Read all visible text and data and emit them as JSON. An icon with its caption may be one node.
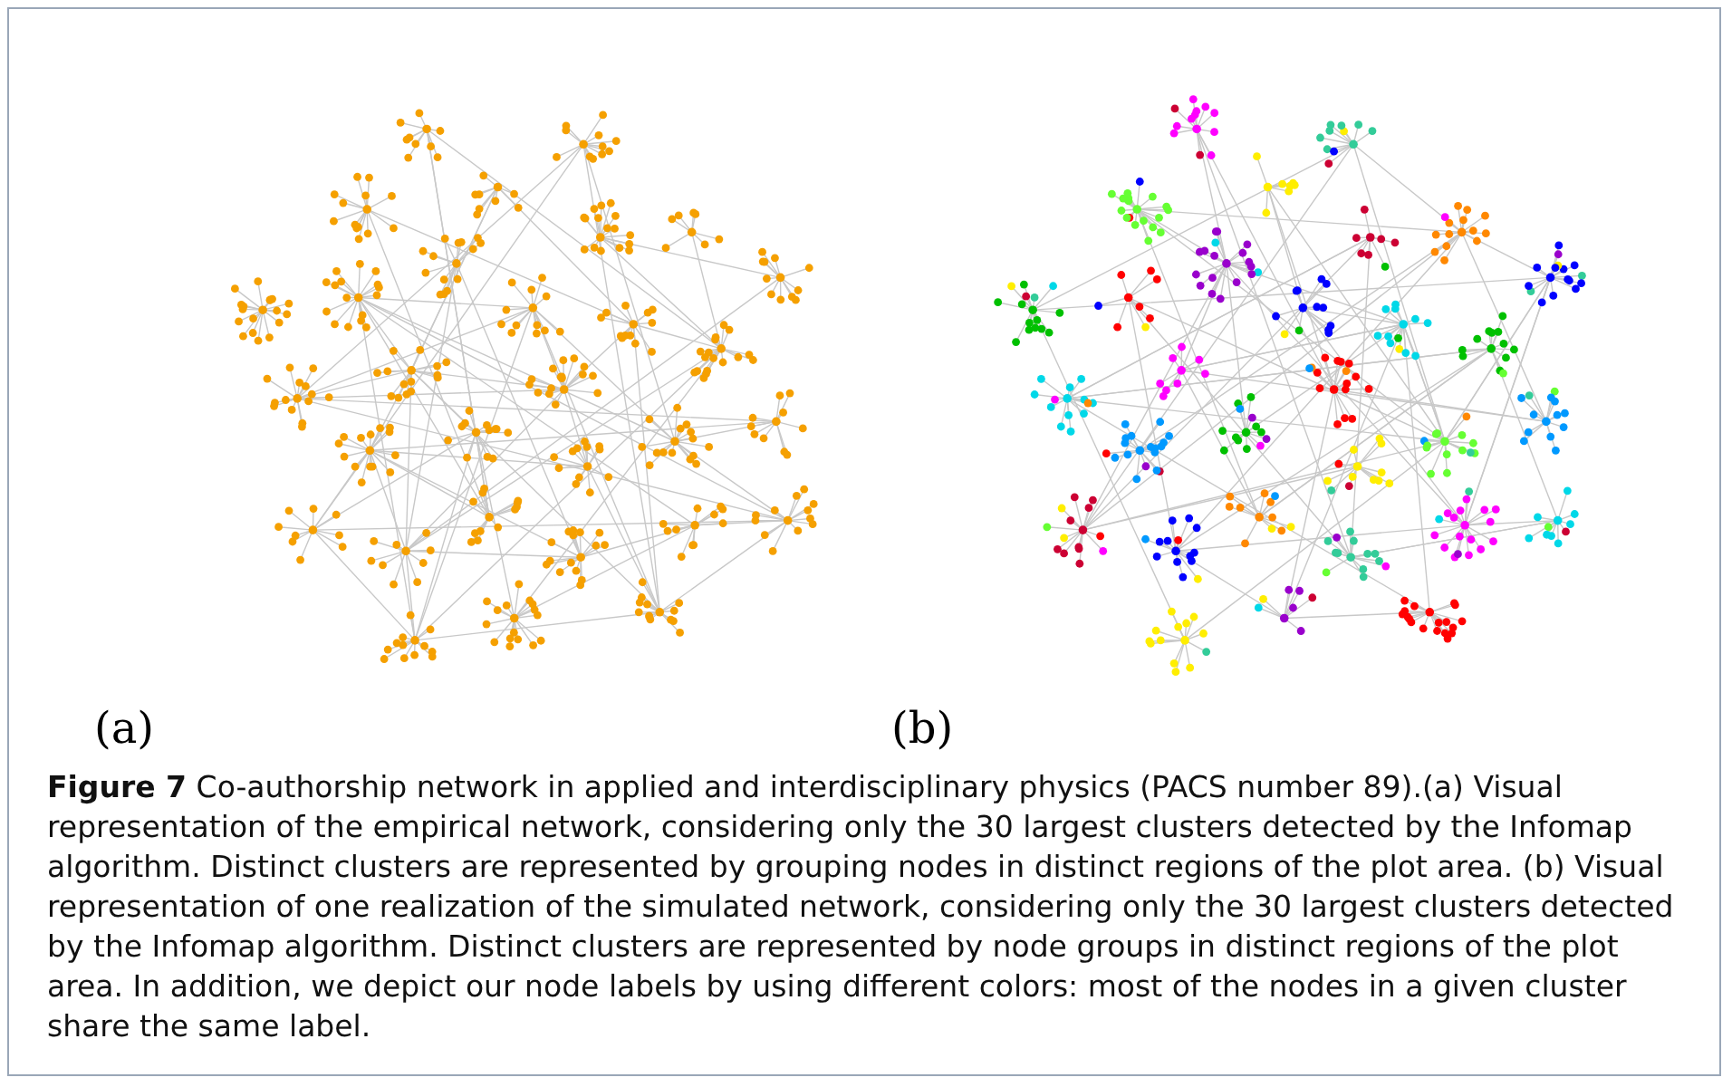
{
  "diagram": {
    "caption": "**Figure 7** Co-authorship network in applied and interdisciplinary physics (PACS number 89).(a) Visual representation of the empirical network, considering only the 30 largest clusters detected by the Infomap algorithm. Distinct clusters are represented by grouping nodes in distinct regions of the plot area. (b) Visual representation of one realization of the simulated network, considering only the 30 largest clusters detected by the Infomap algorithm. Distinct clusters are represented by node groups in distinct regions of the plot area. In addition, we depict our node labels by using different colors: most of the nodes in a given cluster share the same label.",
    "labels": [
      "(a)",
      "(b)"
    ]
  }
}
